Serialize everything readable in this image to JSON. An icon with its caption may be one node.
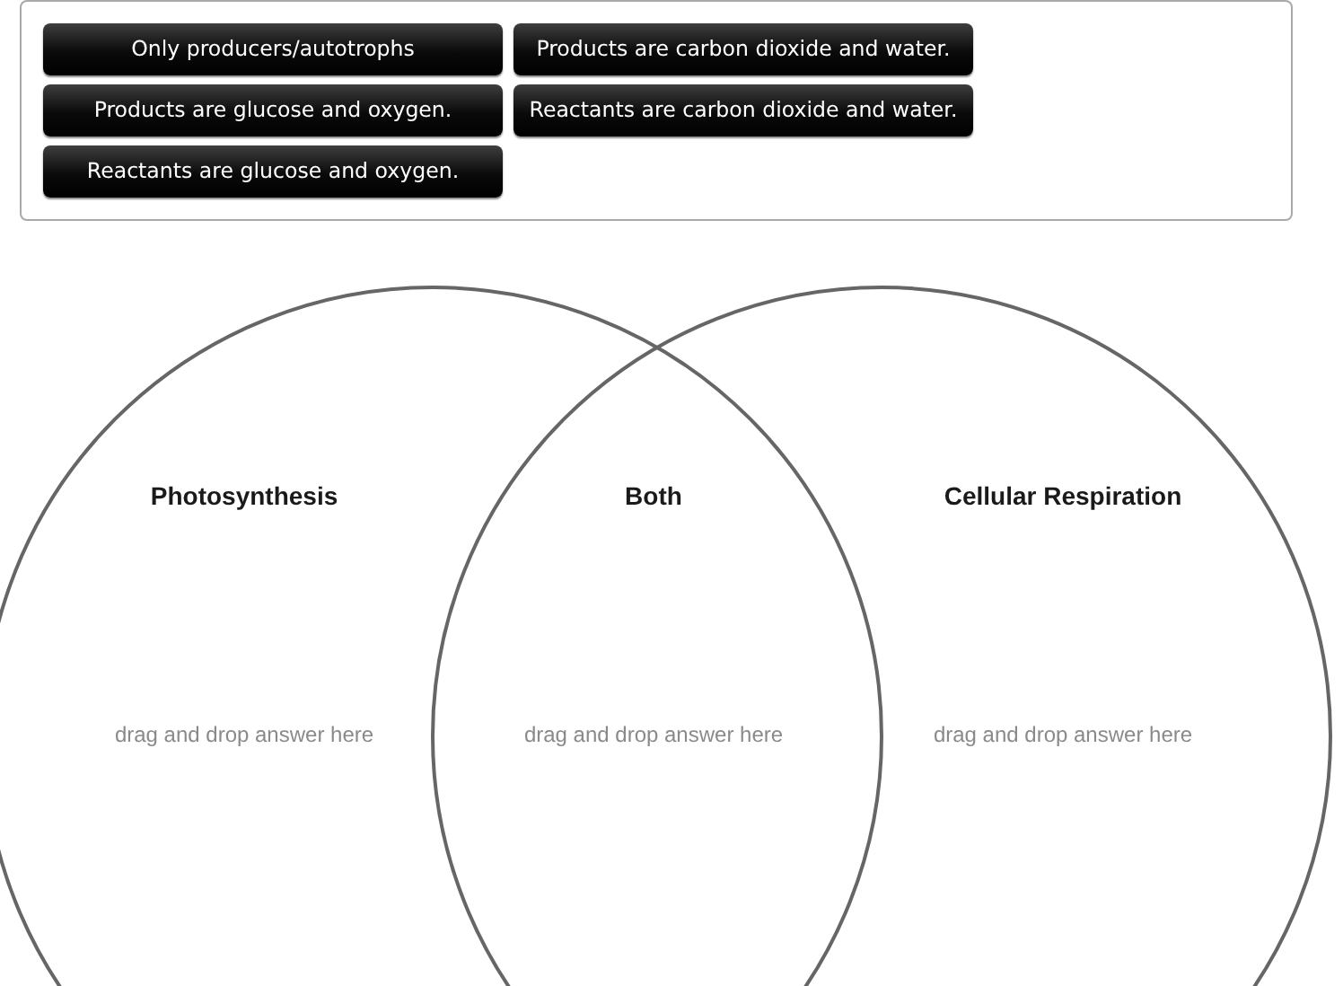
{
  "diagram": {
    "nodes": [
      {
        "text": [],
        "shape": "box"
      },
      {
        "text": [
          "Only producers/autotrophs"
        ],
        "in": 0
      },
      {
        "text": [
          "Products are carbon dioxide and water."
        ],
        "in": 0
      },
      {
        "text": [
          "Products are glucose and oxygen."
        ],
        "in": 0
      },
      {
        "text": [
          "Reactants are carbon dioxide and water."
        ],
        "in": 0
      },
      {
        "text": [
          "Reactants are glucose and oxygen."
        ],
        "in": 0
      },
      {
        "text": [
          "Photosynthesis",
          "drag and drop answer here"
        ]
      },
      {
        "text": [
          "Cellular Respiration",
          "drag and drop answer here"
        ]
      }
    ],
    "edges": [],
    "labels": [
      "Both",
      "drag and drop answer here"
    ]
  }
}
